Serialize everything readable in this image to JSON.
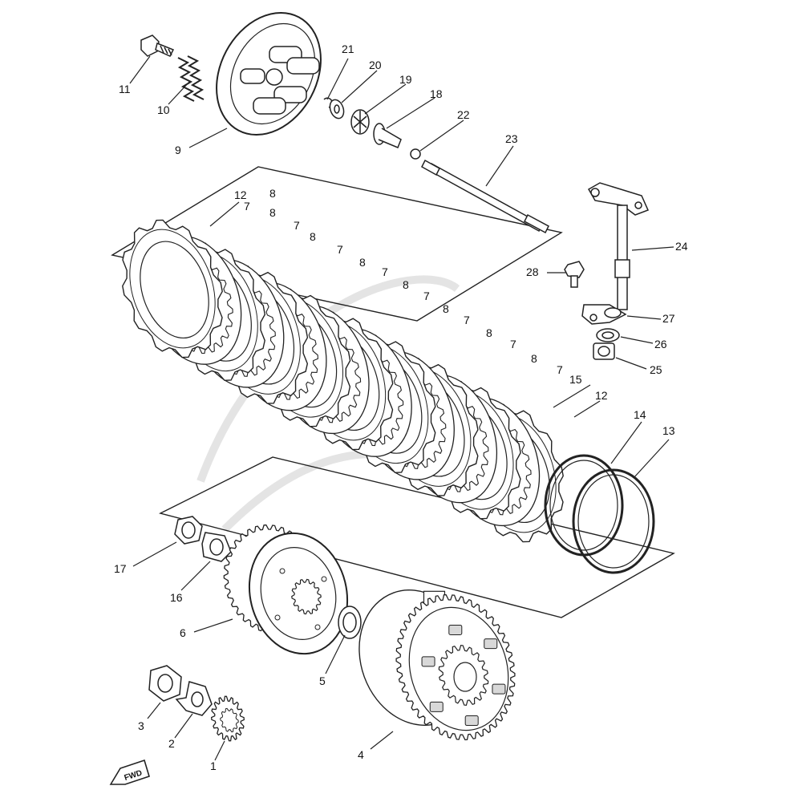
{
  "diagram": {
    "fwd_label": "FWD",
    "colors": {
      "line": "#222222",
      "fill": "#ffffff",
      "shade": "#cfcfcf",
      "watermark": "#e2e2e2"
    },
    "callouts": [
      {
        "id": "1",
        "label": "1"
      },
      {
        "id": "2",
        "label": "2"
      },
      {
        "id": "3",
        "label": "3"
      },
      {
        "id": "4",
        "label": "4"
      },
      {
        "id": "5",
        "label": "5"
      },
      {
        "id": "6",
        "label": "6"
      },
      {
        "id": "7a",
        "label": "7"
      },
      {
        "id": "7b",
        "label": "7"
      },
      {
        "id": "7c",
        "label": "7"
      },
      {
        "id": "7d",
        "label": "7"
      },
      {
        "id": "7e",
        "label": "7"
      },
      {
        "id": "7f",
        "label": "7"
      },
      {
        "id": "7g",
        "label": "7"
      },
      {
        "id": "7h",
        "label": "7"
      },
      {
        "id": "8a",
        "label": "8"
      },
      {
        "id": "8b",
        "label": "8"
      },
      {
        "id": "8c",
        "label": "8"
      },
      {
        "id": "8d",
        "label": "8"
      },
      {
        "id": "8e",
        "label": "8"
      },
      {
        "id": "8f",
        "label": "8"
      },
      {
        "id": "8g",
        "label": "8"
      },
      {
        "id": "8h",
        "label": "8"
      },
      {
        "id": "9",
        "label": "9"
      },
      {
        "id": "10",
        "label": "10"
      },
      {
        "id": "11",
        "label": "11"
      },
      {
        "id": "12a",
        "label": "12"
      },
      {
        "id": "12b",
        "label": "12"
      },
      {
        "id": "13",
        "label": "13"
      },
      {
        "id": "14",
        "label": "14"
      },
      {
        "id": "15",
        "label": "15"
      },
      {
        "id": "16",
        "label": "16"
      },
      {
        "id": "17",
        "label": "17"
      },
      {
        "id": "18",
        "label": "18"
      },
      {
        "id": "19",
        "label": "19"
      },
      {
        "id": "20",
        "label": "20"
      },
      {
        "id": "21",
        "label": "21"
      },
      {
        "id": "22",
        "label": "22"
      },
      {
        "id": "23",
        "label": "23"
      },
      {
        "id": "24",
        "label": "24"
      },
      {
        "id": "25",
        "label": "25"
      },
      {
        "id": "26",
        "label": "26"
      },
      {
        "id": "27",
        "label": "27"
      },
      {
        "id": "28",
        "label": "28"
      }
    ]
  }
}
